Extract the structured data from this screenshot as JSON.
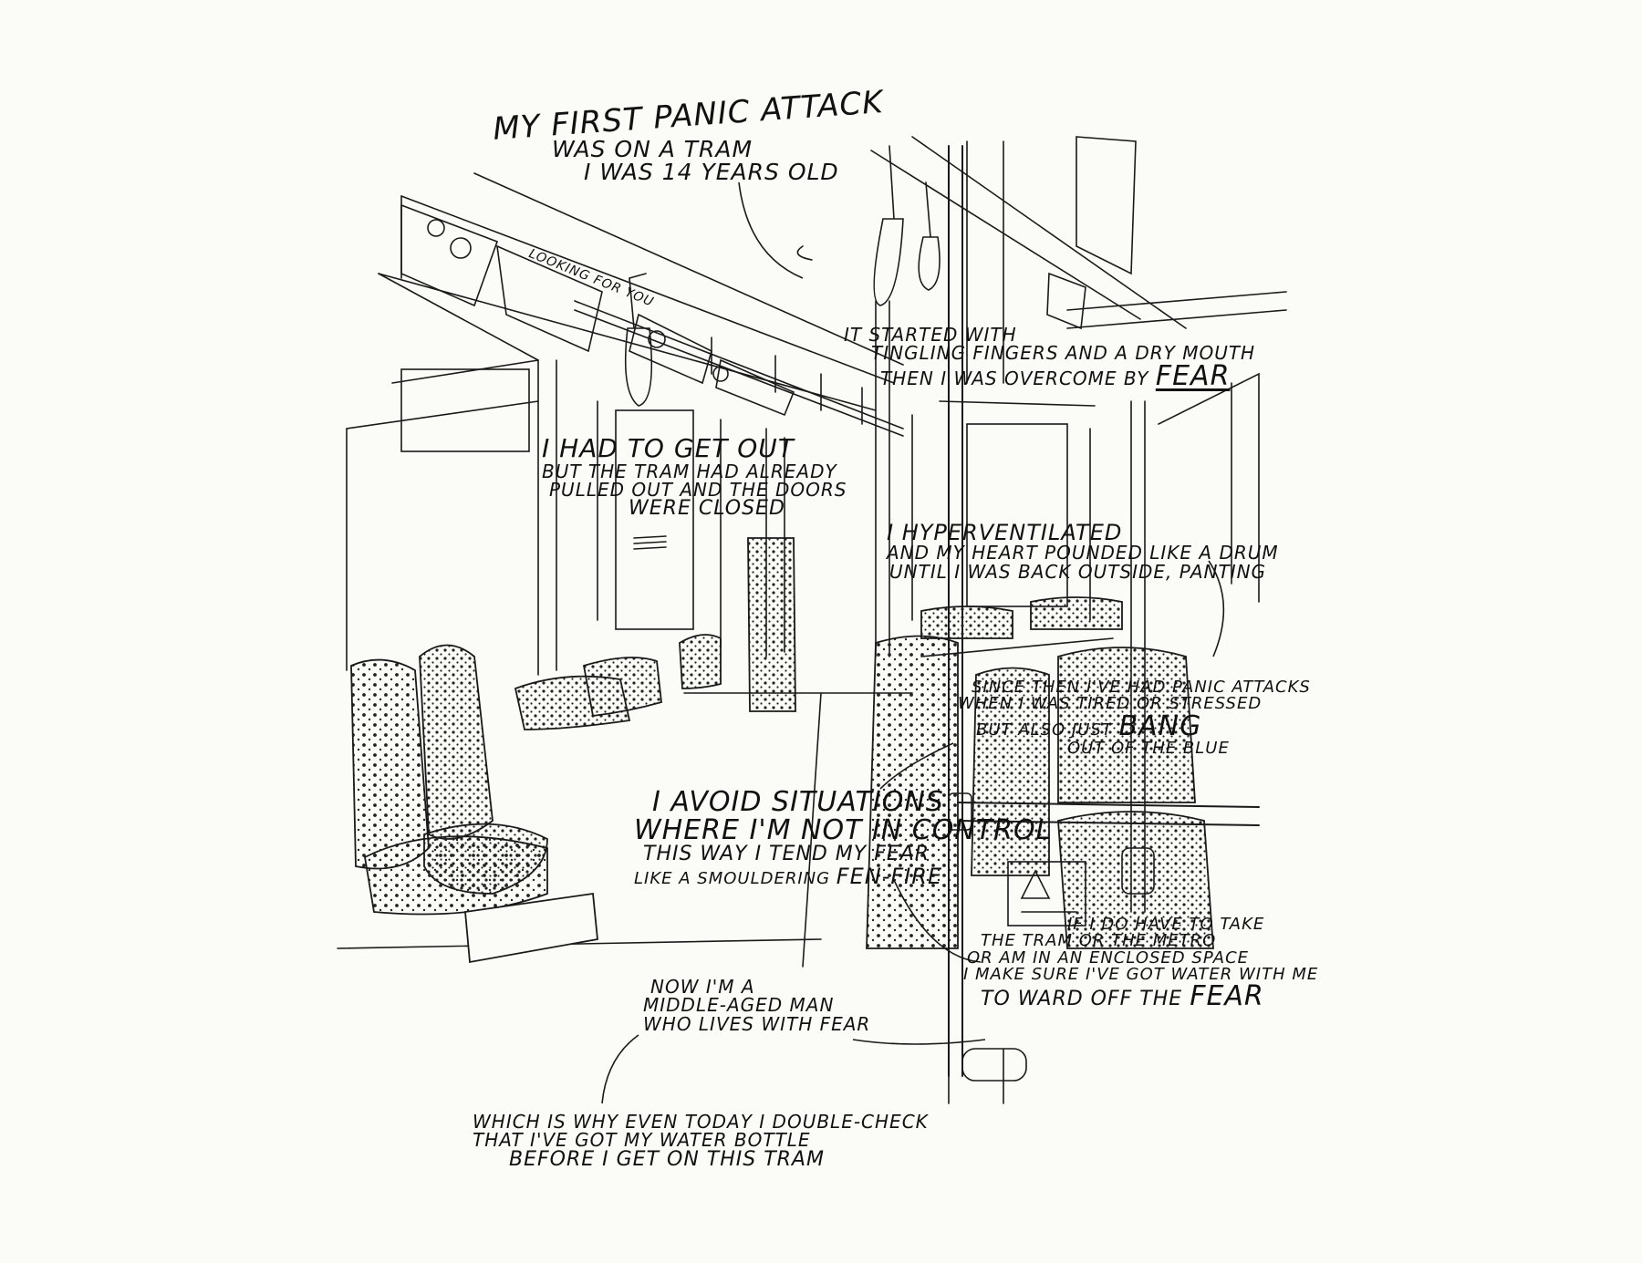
{
  "comic": {
    "title": {
      "line1": "MY FIRST PANIC ATTACK",
      "line2": "WAS ON A TRAM",
      "line3": "I WAS 14 YEARS OLD"
    },
    "panel_start": {
      "line1": "IT STARTED WITH",
      "line2": "TINGLING FINGERS AND A DRY MOUTH",
      "line3_prefix": "THEN I WAS OVERCOME BY",
      "line3_emphasis": "FEAR"
    },
    "panel_get_out": {
      "line1": "I HAD TO GET OUT",
      "line2": "BUT THE TRAM HAD ALREADY",
      "line3": "PULLED OUT AND THE DOORS",
      "line4": "WERE CLOSED"
    },
    "panel_hyper": {
      "line1": "I HYPERVENTILATED",
      "line2": "AND MY HEART POUNDED LIKE A DRUM",
      "line3": "UNTIL I WAS BACK OUTSIDE, PANTING"
    },
    "panel_since": {
      "line1": "SINCE THEN I'VE HAD PANIC ATTACKS",
      "line2": "WHEN I WAS TIRED OR STRESSED",
      "line3_prefix": "BUT ALSO JUST",
      "line3_emphasis": "BANG",
      "line4": "OUT OF THE BLUE"
    },
    "panel_avoid": {
      "line1": "I AVOID SITUATIONS",
      "line2": "WHERE I'M NOT IN CONTROL",
      "line3": "THIS WAY I TEND MY FEAR",
      "line4_prefix": "LIKE A SMOULDERING",
      "line4_emphasis": "FEN-FIRE"
    },
    "panel_water": {
      "line1": "IF I DO HAVE TO TAKE",
      "line2": "THE TRAM OR THE METRO",
      "line3": "OR AM IN AN ENCLOSED SPACE",
      "line4": "I MAKE SURE I'VE GOT WATER WITH ME",
      "line5_prefix": "TO WARD OFF THE",
      "line5_emphasis": "FEAR"
    },
    "panel_now": {
      "line1": "NOW I'M A",
      "line2": "MIDDLE-AGED MAN",
      "line3": "WHO LIVES WITH FEAR"
    },
    "panel_today": {
      "line1": "WHICH IS WHY EVEN TODAY I DOUBLE-CHECK",
      "line2": "THAT I'VE GOT MY WATER BOTTLE",
      "line3": "BEFORE I GET ON THIS TRAM"
    },
    "poster_text": "LOOKING FOR YOU"
  },
  "colors": {
    "background": "#fbfbf7",
    "ink": "#1a1a1a"
  }
}
